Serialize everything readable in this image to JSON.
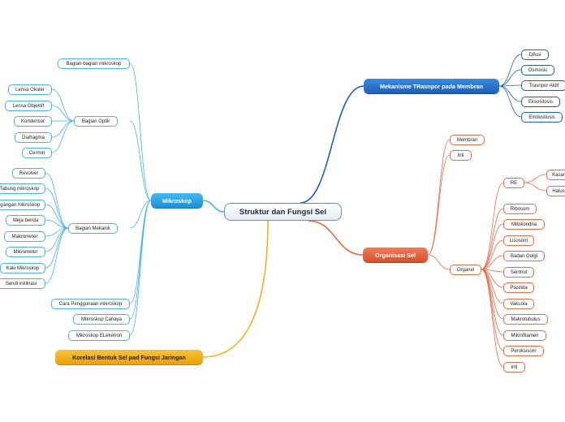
{
  "root": {
    "label": "Struktur dan Fungsi Sel"
  },
  "mikroskop": {
    "label": "Mikroskop",
    "bagian": "Bagian-bagian mikroskop",
    "optik": {
      "label": "Bagian Optik",
      "items": [
        "Lensa Okuler",
        "Lensa Objektif",
        "Kondensor",
        "Diafragma",
        "Cermin"
      ]
    },
    "mekanik": {
      "label": "Bagian Mekanik",
      "items": [
        "Revolver",
        "Tabung mikroskop",
        "Pegangan mikroskop",
        "Meja benda",
        "Makrometer",
        "Mikrometer",
        "Kaki Mikroskop",
        "Sendi inklinasi"
      ]
    },
    "cara": "Cara Penggunaan mikroskop",
    "cahaya": "MIkroskop Cahaya",
    "elektron": "Mikroskop ELeketron"
  },
  "mekanisme": {
    "label": "Mekanisme TRasnpor pada Membran",
    "items": [
      "Difusi",
      "Osmosis",
      "Trasnpor Aktif",
      "Eksositosis",
      "Emdositosis"
    ]
  },
  "organisasi": {
    "label": "Organisasi Sel",
    "membran": "Membran",
    "inti": "Inti",
    "organel": {
      "label": "Organel",
      "re": {
        "label": "RE",
        "children": [
          "Kasar",
          "Halus"
        ]
      },
      "items": [
        "Ribosom",
        "Mitokondria",
        "Lisosom",
        "Badan Golgi",
        "Sentriol",
        "Plastida",
        "Vakuola",
        "Makrotubulus",
        "Mikrofilamen",
        "Peroksisom",
        "Inti"
      ]
    }
  },
  "korelasi": {
    "label": "Korelasi Bentuk Sel pad Fungsi Jaringan"
  },
  "colors": {
    "mikroskop": "#48b2e6",
    "mekanisme": "#1f5fb8",
    "organisasi": "#e46c48",
    "korelasi": "#f2b21c"
  }
}
